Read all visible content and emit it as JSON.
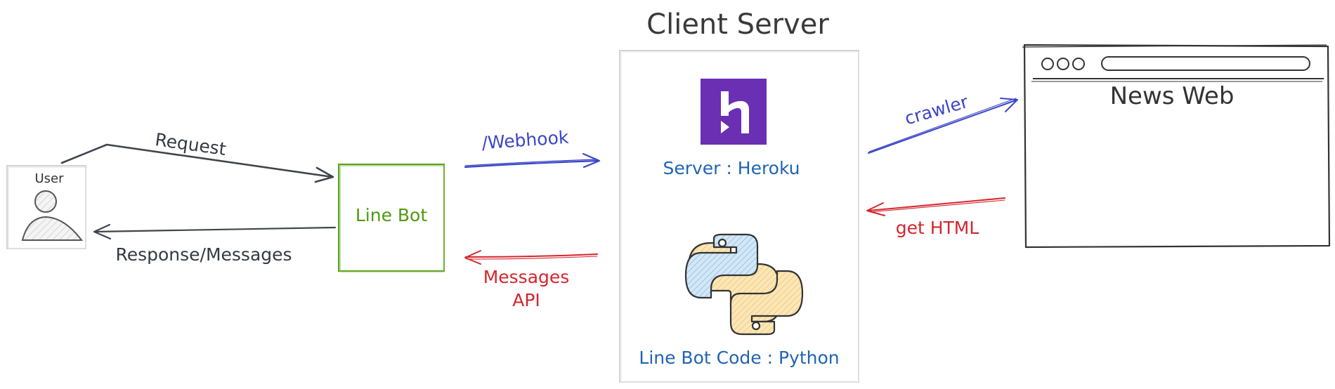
{
  "title": "Client Server",
  "user": {
    "label": "User"
  },
  "line_bot": {
    "label": "Line Bot"
  },
  "server": {
    "platform_label": "Server : Heroku",
    "code_label": "Line Bot Code : Python",
    "heroku_icon": "heroku-logo-icon",
    "python_icon": "python-logo-icon"
  },
  "news_web": {
    "label": "News Web"
  },
  "edges": {
    "request": "Request",
    "response": "Response/Messages",
    "webhook": "/Webhook",
    "messages_api_line1": "Messages",
    "messages_api_line2": "API",
    "crawler": "crawler",
    "get_html": "get HTML"
  },
  "colors": {
    "dark_arrow": "#3f444d",
    "blue_arrow": "#3a45c9",
    "red_arrow": "#d4262c",
    "line_bot_green": "#5aa01c",
    "server_text_blue": "#1f64b3",
    "heroku_purple": "#6a2fb3",
    "python_blue": "#a9cde9",
    "python_yellow": "#f3d08a"
  }
}
